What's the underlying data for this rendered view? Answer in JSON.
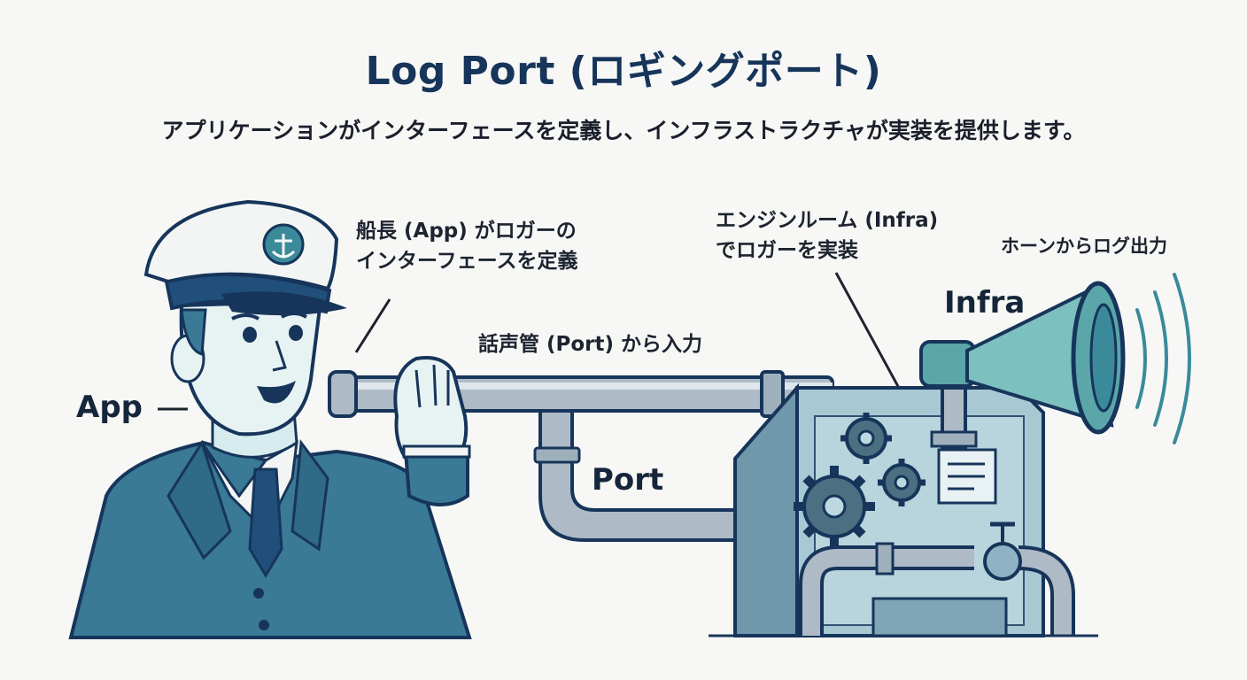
{
  "header": {
    "title": "Log Port (ロギングポート)",
    "subtitle": "アプリケーションがインターフェースを定義し、インフラストラクチャが実装を提供します。"
  },
  "labels": {
    "app": "App",
    "port": "Port",
    "infra": "Infra",
    "captain_line1": "船長 (App) がロガーの",
    "captain_line2": "インターフェースを定義",
    "speaking_tube": "話声管 (Port) から入力",
    "engine_line1": "エンジンルーム (Infra)",
    "engine_line2": "でロガーを実装",
    "horn": "ホーンからログ出力"
  },
  "colors": {
    "navy": "#17355a",
    "teal": "#3b8a9a",
    "uniform": "#3a7a96",
    "pipe": "#a9b7c3",
    "engine": "#8fb3c4",
    "horn": "#5aa6a8"
  }
}
